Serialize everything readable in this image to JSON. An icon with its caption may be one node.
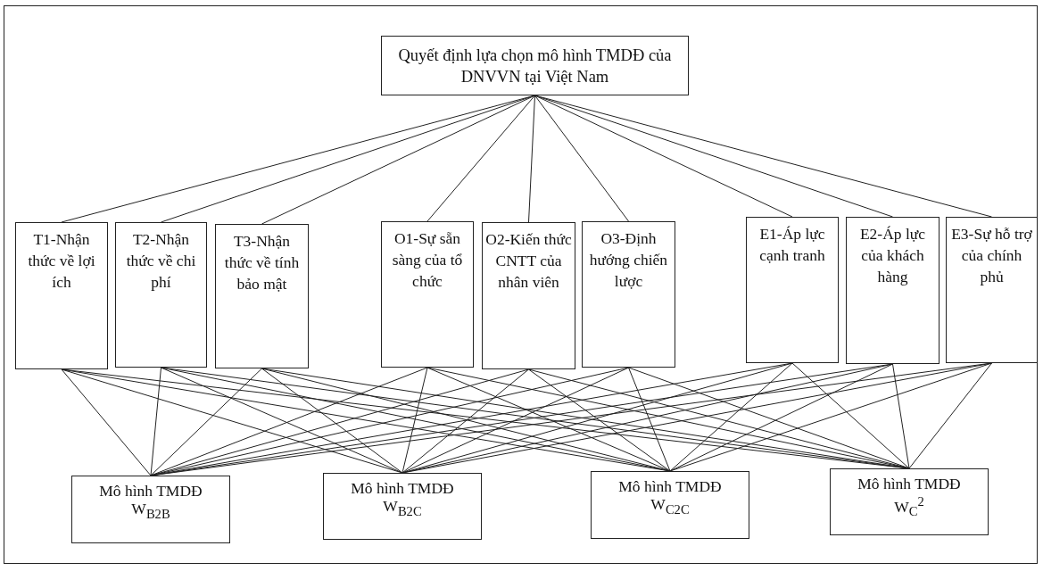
{
  "diagram": {
    "nodes": [
      {
        "text": [
          "Quyết định lựa chọn mô hình TMDĐ của DNVVN tại Việt Nam"
        ]
      },
      {
        "text": [
          "T1-Nhận thức về lợi ích"
        ]
      },
      {
        "text": [
          "T2-Nhận thức về chi phí"
        ]
      },
      {
        "text": [
          "T3-Nhận thức về tính bảo mật"
        ]
      },
      {
        "text": [
          "O1-Sự sẵn sàng của tổ chức"
        ]
      },
      {
        "text": [
          "O2-Kiến thức CNTT của nhân viên"
        ]
      },
      {
        "text": [
          "O3-Định hướng chiến lược"
        ]
      },
      {
        "text": [
          "E1-Áp lực cạnh tranh"
        ]
      },
      {
        "text": [
          "E2-Áp lực của khách hàng"
        ]
      },
      {
        "text": [
          "E3-Sự hỗ trợ của chính phủ"
        ]
      },
      {
        "text": [
          "Mô hình TMDĐ",
          "W$_{B2B}$"
        ]
      },
      {
        "text": [
          "Mô hình TMDĐ",
          "W$_{B2C}$"
        ]
      },
      {
        "text": [
          "Mô hình TMDĐ",
          "W$_{C2C}$"
        ]
      },
      {
        "text": [
          "Mô hình TMDĐ",
          "W$_{C}$$^{2}$"
        ]
      }
    ],
    "edges": [
      {
        "from": 0,
        "to": 1,
        "arrow": "none"
      },
      {
        "from": 0,
        "to": 2,
        "arrow": "none"
      },
      {
        "from": 0,
        "to": 3,
        "arrow": "none"
      },
      {
        "from": 0,
        "to": 4,
        "arrow": "none"
      },
      {
        "from": 0,
        "to": 5,
        "arrow": "none"
      },
      {
        "from": 0,
        "to": 6,
        "arrow": "none"
      },
      {
        "from": 0,
        "to": 7,
        "arrow": "none"
      },
      {
        "from": 0,
        "to": 8,
        "arrow": "none"
      },
      {
        "from": 0,
        "to": 9,
        "arrow": "none"
      },
      {
        "from": 1,
        "to": 10,
        "arrow": "none"
      },
      {
        "from": 1,
        "to": 11,
        "arrow": "none"
      },
      {
        "from": 1,
        "to": 12,
        "arrow": "none"
      },
      {
        "from": 1,
        "to": 13,
        "arrow": "none"
      },
      {
        "from": 2,
        "to": 10,
        "arrow": "none"
      },
      {
        "from": 2,
        "to": 11,
        "arrow": "none"
      },
      {
        "from": 2,
        "to": 12,
        "arrow": "none"
      },
      {
        "from": 2,
        "to": 13,
        "arrow": "none"
      },
      {
        "from": 3,
        "to": 10,
        "arrow": "none"
      },
      {
        "from": 3,
        "to": 11,
        "arrow": "none"
      },
      {
        "from": 3,
        "to": 12,
        "arrow": "none"
      },
      {
        "from": 3,
        "to": 13,
        "arrow": "none"
      },
      {
        "from": 4,
        "to": 10,
        "arrow": "none"
      },
      {
        "from": 4,
        "to": 11,
        "arrow": "none"
      },
      {
        "from": 4,
        "to": 12,
        "arrow": "none"
      },
      {
        "from": 4,
        "to": 13,
        "arrow": "none"
      },
      {
        "from": 5,
        "to": 10,
        "arrow": "none"
      },
      {
        "from": 5,
        "to": 11,
        "arrow": "none"
      },
      {
        "from": 5,
        "to": 12,
        "arrow": "none"
      },
      {
        "from": 5,
        "to": 13,
        "arrow": "none"
      },
      {
        "from": 6,
        "to": 10,
        "arrow": "none"
      },
      {
        "from": 6,
        "to": 11,
        "arrow": "none"
      },
      {
        "from": 6,
        "to": 12,
        "arrow": "none"
      },
      {
        "from": 6,
        "to": 13,
        "arrow": "none"
      },
      {
        "from": 7,
        "to": 10,
        "arrow": "none"
      },
      {
        "from": 7,
        "to": 11,
        "arrow": "none"
      },
      {
        "from": 7,
        "to": 12,
        "arrow": "none"
      },
      {
        "from": 7,
        "to": 13,
        "arrow": "none"
      },
      {
        "from": 8,
        "to": 10,
        "arrow": "none"
      },
      {
        "from": 8,
        "to": 11,
        "arrow": "none"
      },
      {
        "from": 8,
        "to": 12,
        "arrow": "none"
      },
      {
        "from": 8,
        "to": 13,
        "arrow": "none"
      },
      {
        "from": 9,
        "to": 10,
        "arrow": "none"
      },
      {
        "from": 9,
        "to": 11,
        "arrow": "none"
      },
      {
        "from": 9,
        "to": 12,
        "arrow": "none"
      },
      {
        "from": 9,
        "to": 13,
        "arrow": "none"
      }
    ]
  }
}
